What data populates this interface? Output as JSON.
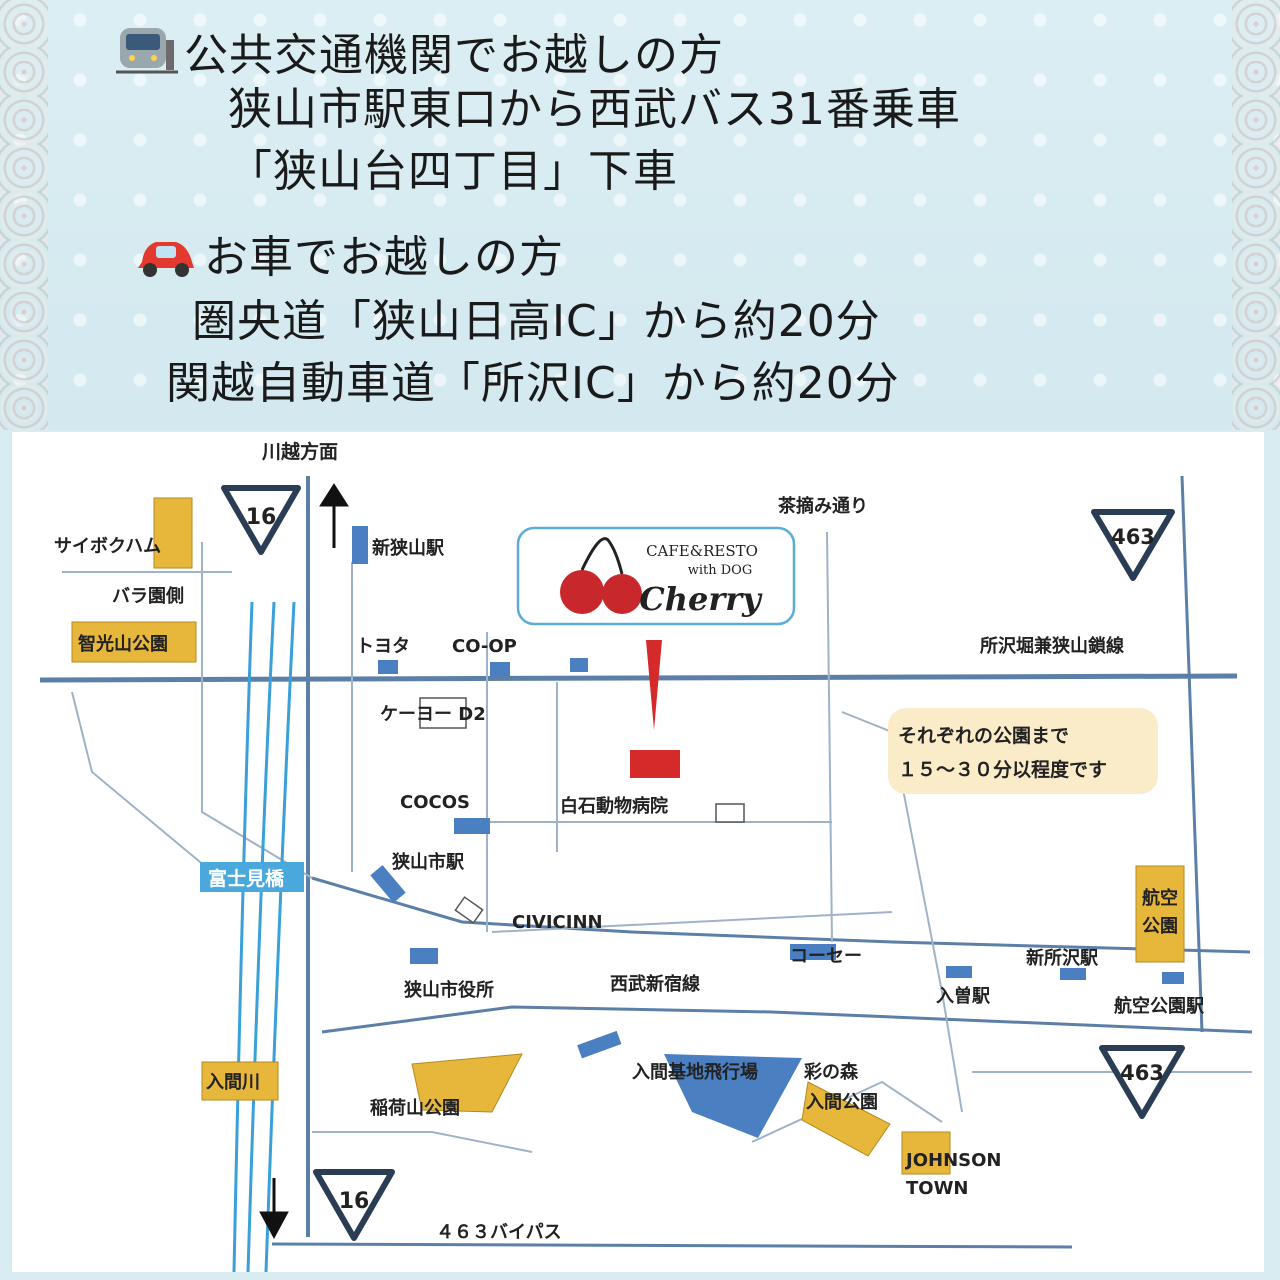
{
  "header": {
    "transit": {
      "icon": "train-icon",
      "title": "公共交通機関でお越しの方",
      "line1": "狭山市駅東口から西武バス31番乗車",
      "line2": "「狭山台四丁目」下車"
    },
    "car": {
      "icon": "car-icon",
      "title": "お車でお越しの方",
      "line1": "圏央道「狭山日高IC」から約20分",
      "line2": "関越自動車道「所沢IC」から約20分"
    }
  },
  "map": {
    "route_shields": {
      "r16_top": "16",
      "r463_top": "463",
      "r463_bottom": "463",
      "r16_bottom": "16"
    },
    "direction_kawagoe": "川越方面",
    "logo": {
      "line1": "CAFE&RESTO",
      "line2": "with DOG",
      "name": "Cherry"
    },
    "places": {
      "saiboku": "サイボクハム",
      "bara": "バラ園側",
      "chikozan": "智光山公園",
      "shin_sayama": "新狭山駅",
      "toyota": "トヨタ",
      "coop": "CO-OP",
      "keiyo": "ケーヨー D2",
      "chatsumi": "茶摘み通り",
      "tokorozawa_line": "所沢堀兼狭山鎖線",
      "cocos": "COCOS",
      "shiraishi": "白石動物病院",
      "sayamashi_eki": "狭山市駅",
      "civicinn": "CIVICINN",
      "fujimibashi": "富士見橋",
      "kosei": "コーセー",
      "shin_tokorozawa": "新所沢駅",
      "koku_koen": "航空公園",
      "sayama_shiyakusho": "狭山市役所",
      "seibu_line": "西武新宿線",
      "irisoeki": "入曽駅",
      "koku_koen_eki": "航空公園駅",
      "irumagawa": "入間川",
      "inariyama": "稲荷山公園",
      "iruma_base": "入間基地飛行場",
      "ayanomori1": "彩の森",
      "ayanomori2": "入間公園",
      "johnson1": "JOHNSON",
      "johnson2": "TOWN",
      "bypass": "４６３バイパス"
    },
    "note": {
      "line1": "それぞれの公園まで",
      "line2": "１５～３０分以程度です"
    },
    "colors": {
      "road": "#5b7fa6",
      "station": "#4a7fc1",
      "park": "#e7b73b",
      "river": "#3aa0d8",
      "pin": "#d42a2a"
    }
  }
}
